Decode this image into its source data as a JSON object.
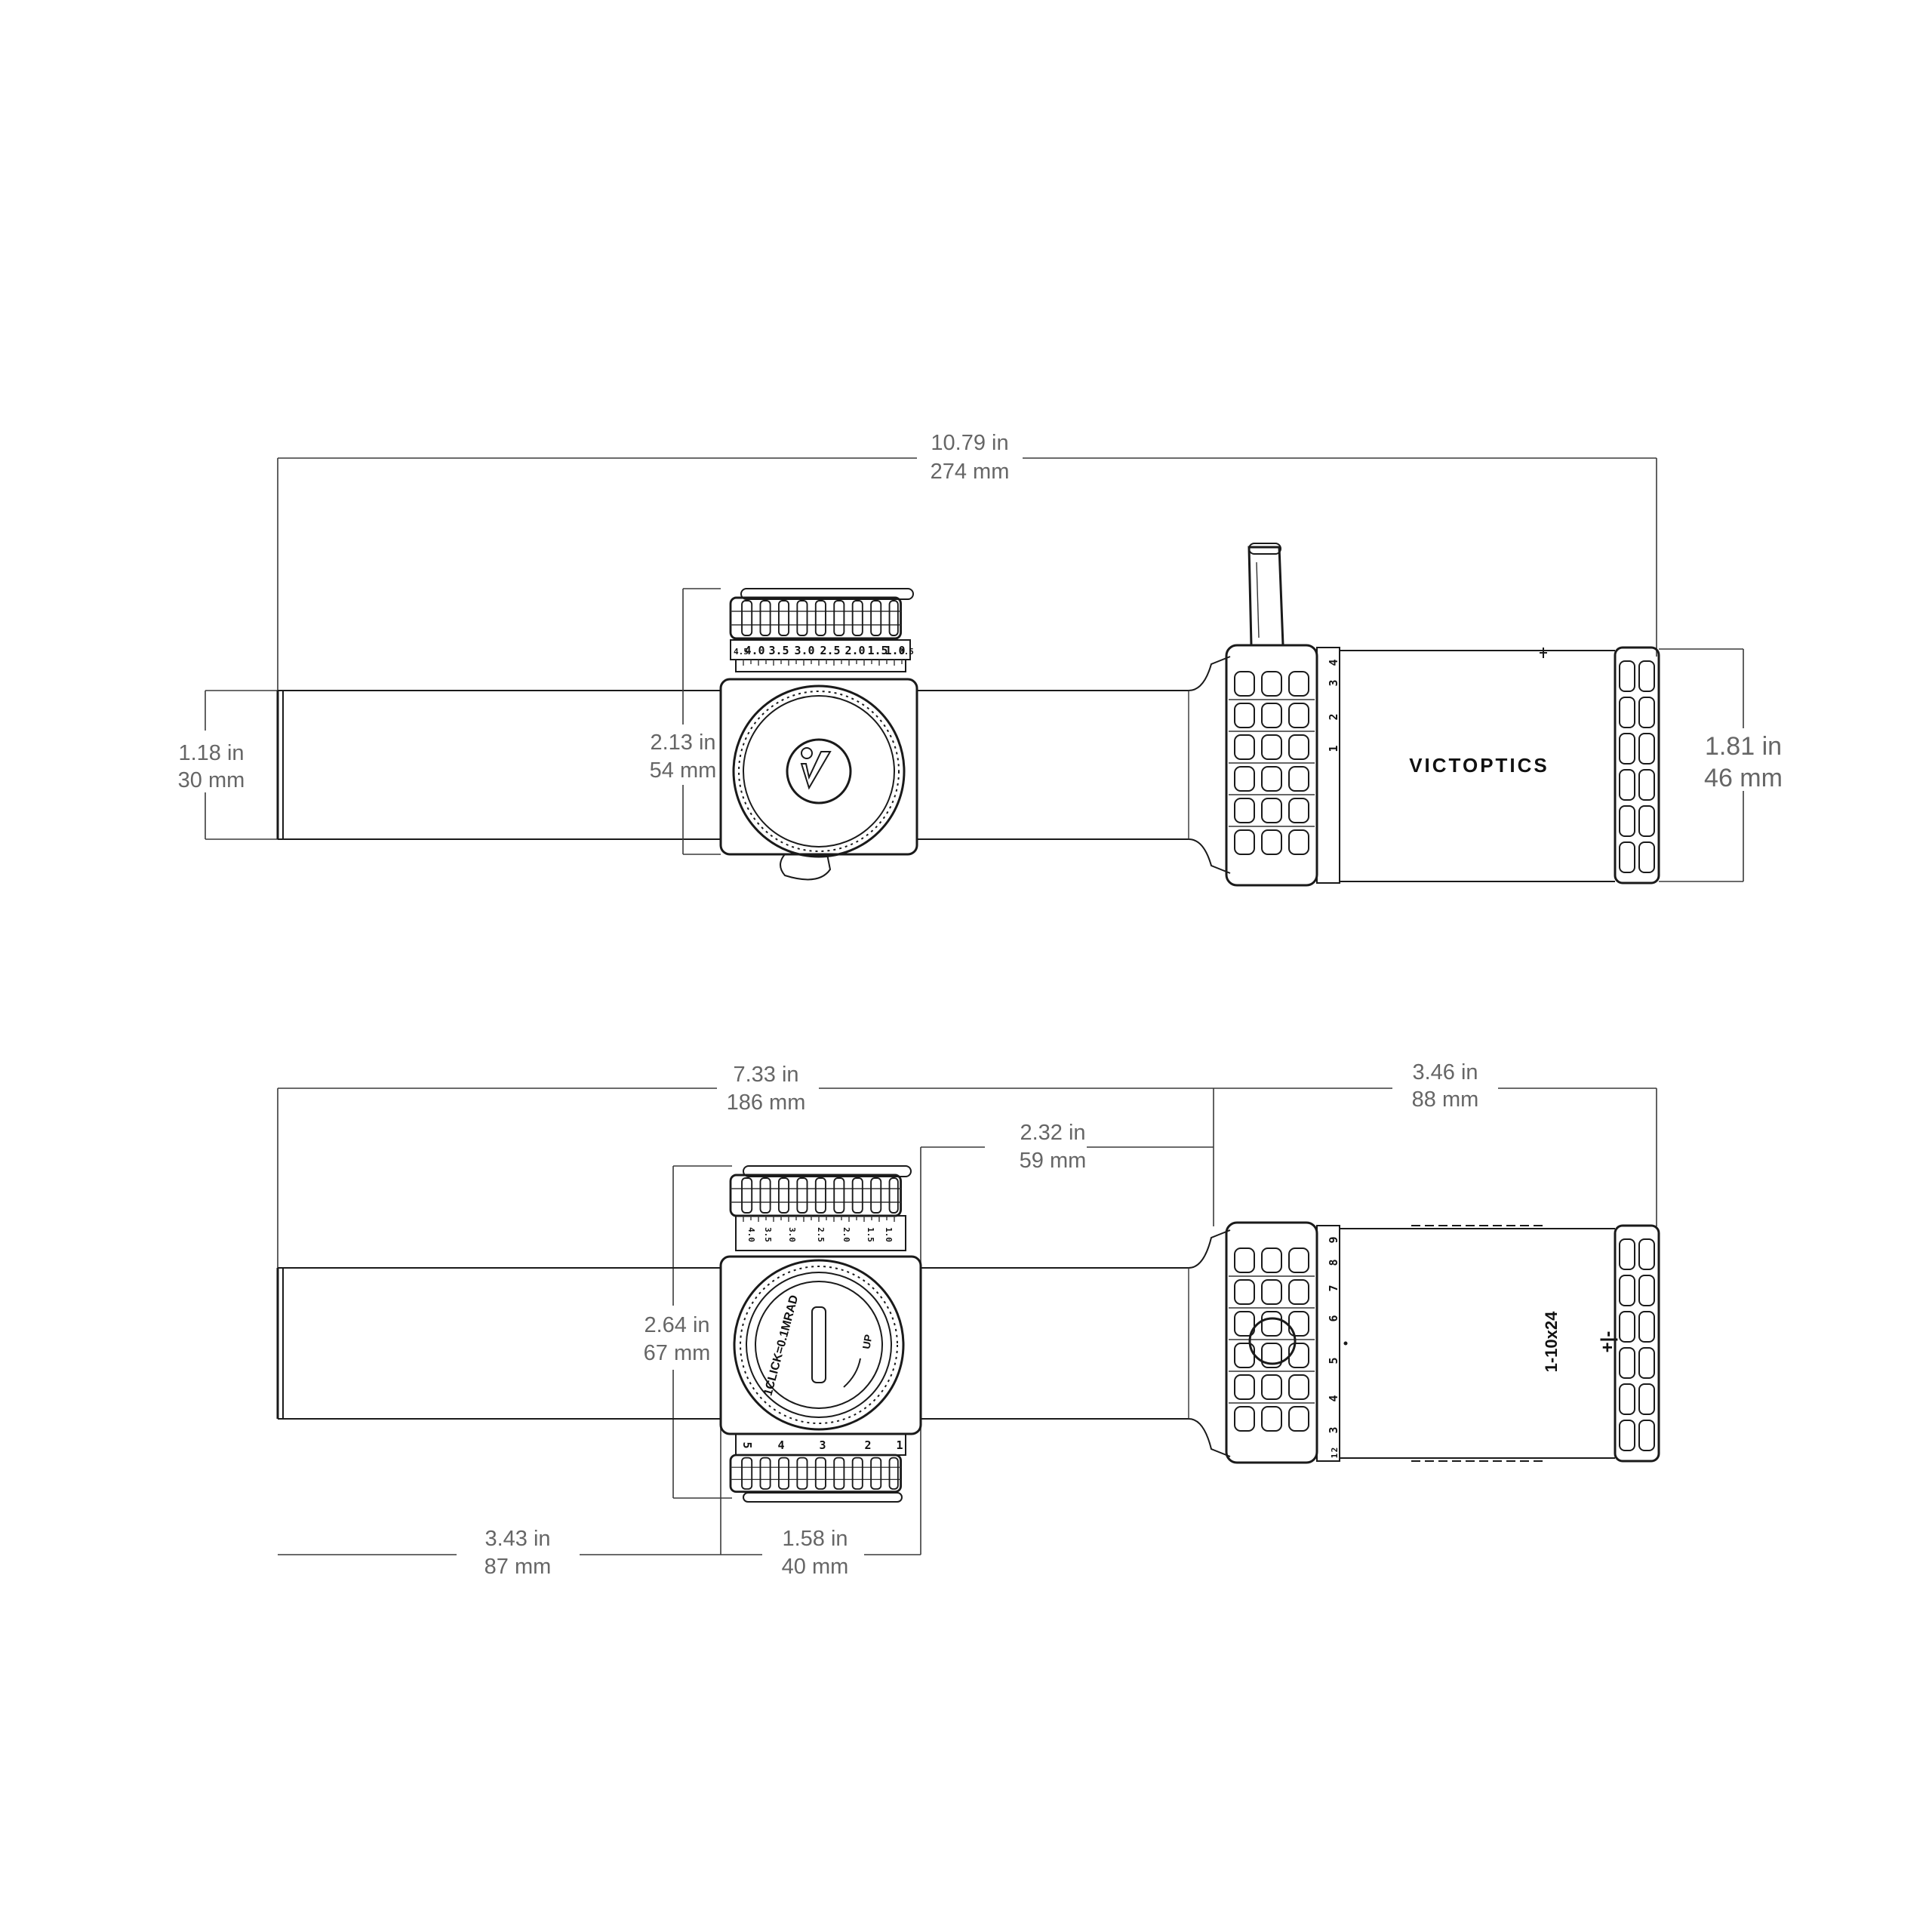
{
  "top_view": {
    "overall_length": {
      "in": "10.79 in",
      "mm": "274 mm"
    },
    "tube_diameter": {
      "in": "1.18 in",
      "mm": "30 mm"
    },
    "turret_height": {
      "in": "2.13 in",
      "mm": "54 mm"
    },
    "eyepiece_diameter": {
      "in": "1.81 in",
      "mm": "46 mm"
    },
    "turret_scale": [
      "4.5",
      "4.0",
      "3.5",
      "3.0",
      "2.5",
      "2.0",
      "1.5",
      "1.0",
      "0.5"
    ],
    "magnification_scale": [
      "1",
      "2",
      "3",
      "4"
    ],
    "brand": "VICTOPTICS",
    "logo_letter": "v"
  },
  "side_view": {
    "front_length": {
      "in": "7.33 in",
      "mm": "186 mm"
    },
    "rear_length": {
      "in": "3.46 in",
      "mm": "88 mm"
    },
    "turret_to_ring": {
      "in": "2.32 in",
      "mm": "59 mm"
    },
    "turret_height": {
      "in": "2.64 in",
      "mm": "67 mm"
    },
    "objective_to_turret": {
      "in": "3.43 in",
      "mm": "87 mm"
    },
    "turret_width": {
      "in": "1.58 in",
      "mm": "40 mm"
    },
    "turret_scale_top": [
      "4.0",
      "3.5",
      "3.0",
      "2.5",
      "2.0",
      "1.5",
      "1.0"
    ],
    "turret_scale_bottom": [
      "5",
      "4",
      "3",
      "2",
      "1"
    ],
    "turret_cap_text": "1CLICK=0.1MRAD",
    "turret_direction": "UP",
    "magnification_scale": [
      "1",
      "2",
      "3",
      "4",
      "5",
      "6",
      "7",
      "8",
      "9"
    ],
    "model": "1-10x24",
    "diopter_marks": "+|-"
  }
}
